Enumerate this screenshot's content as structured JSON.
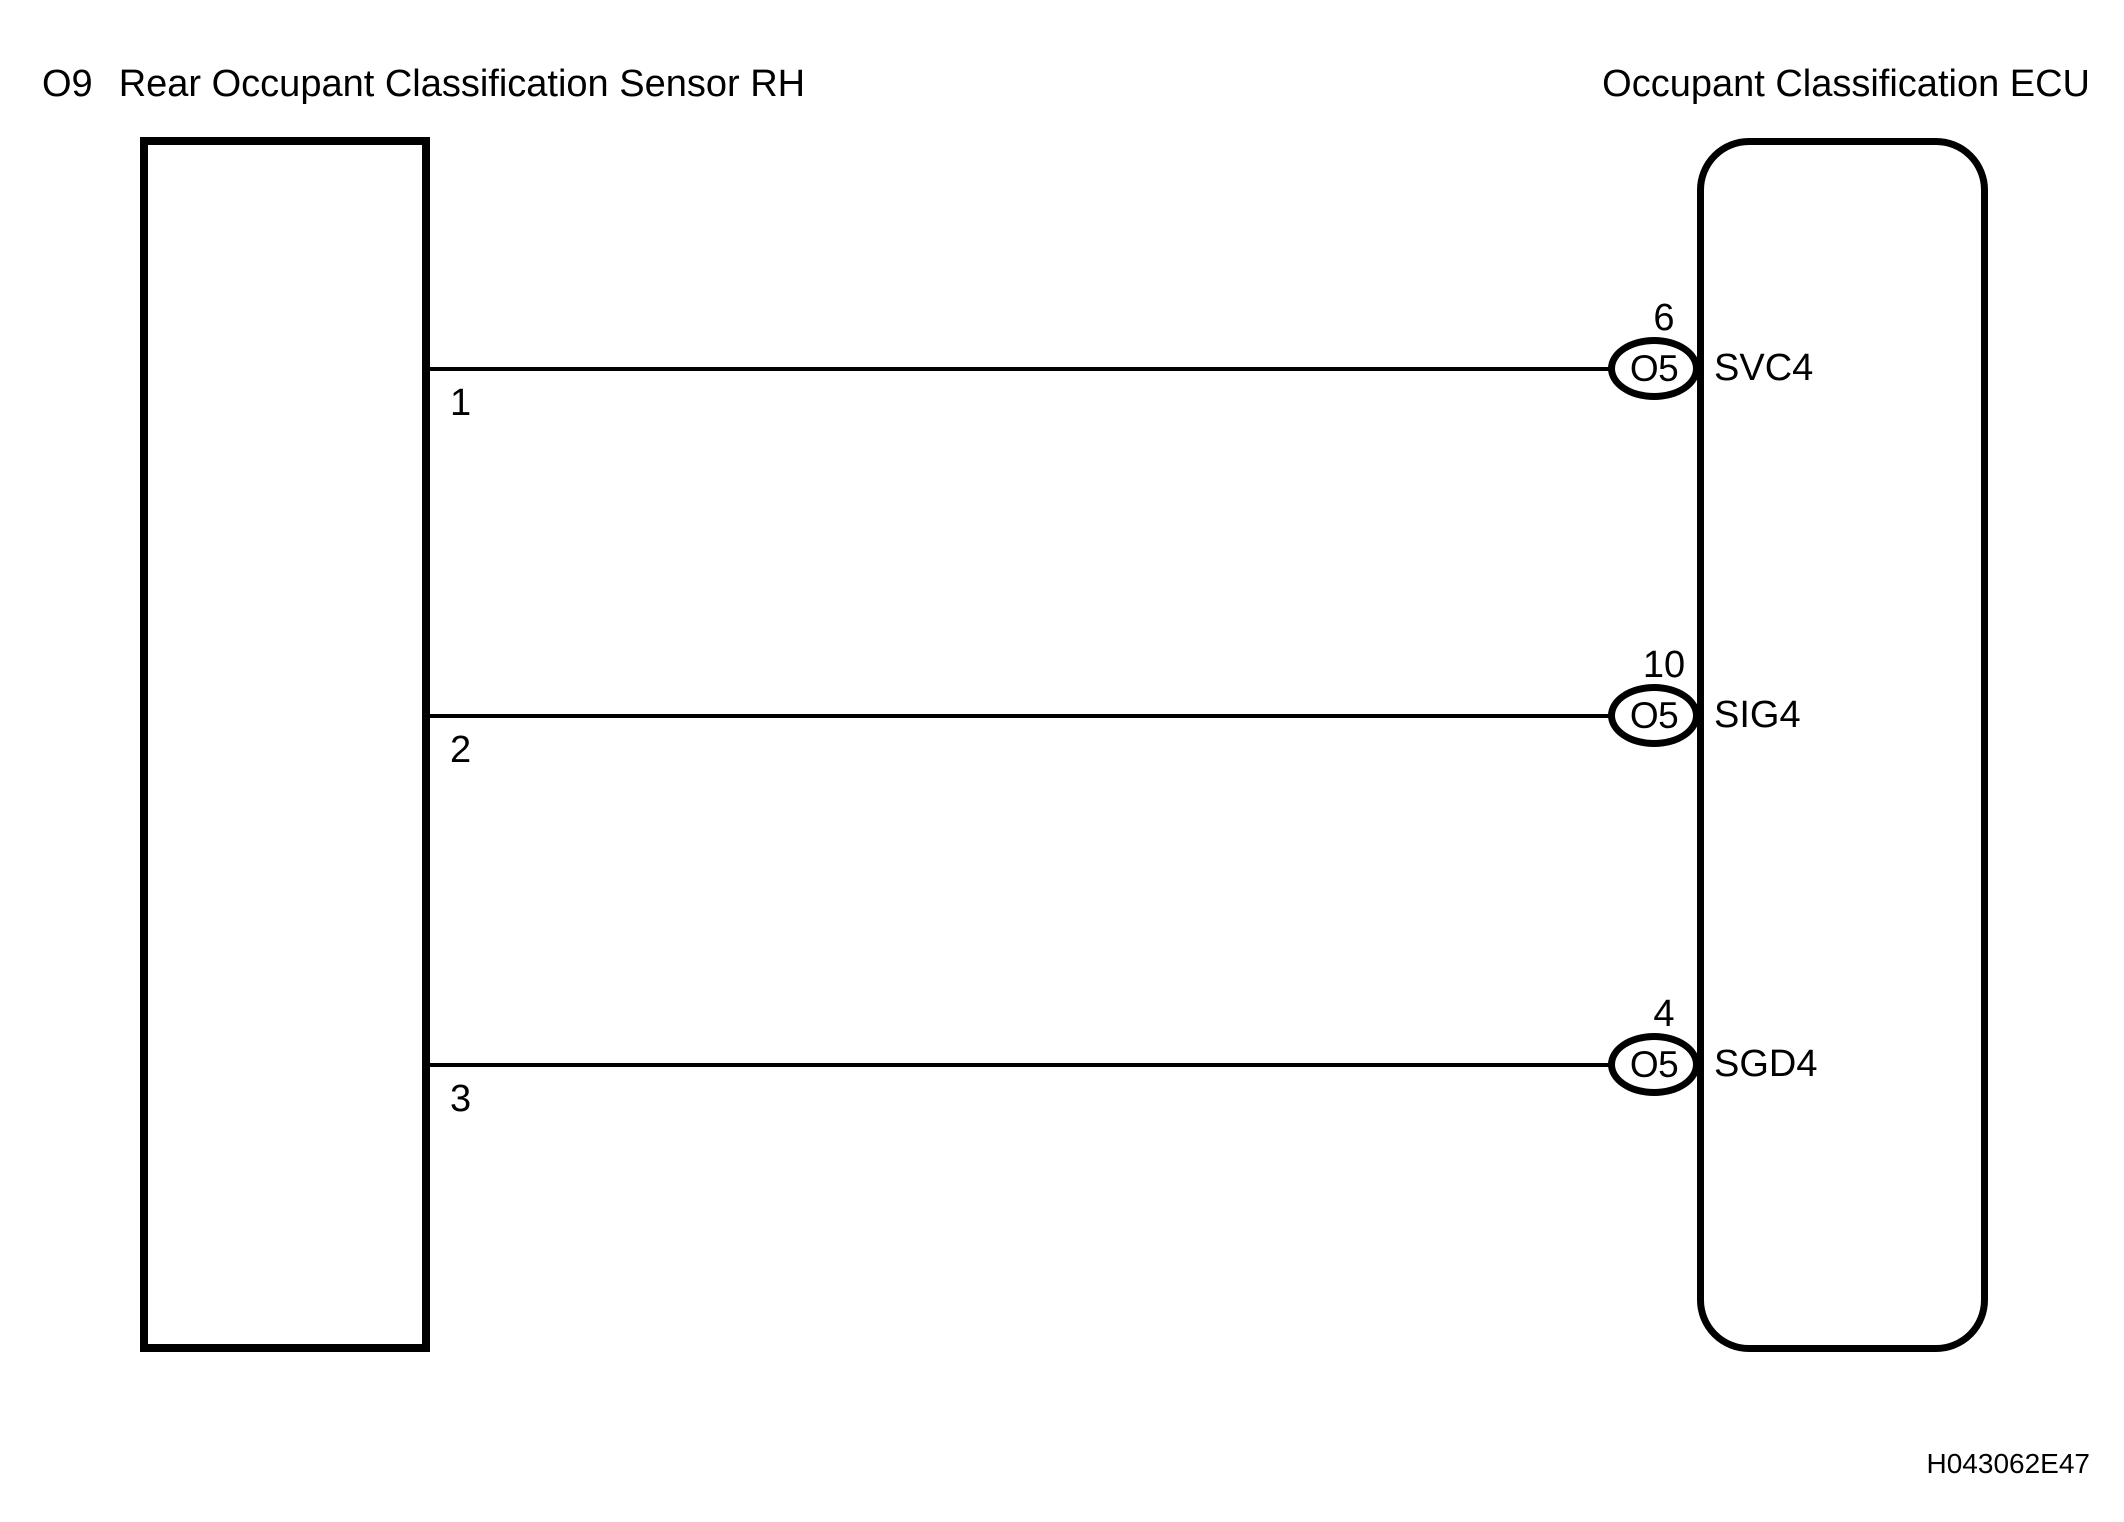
{
  "diagram": {
    "left_title": {
      "code": "O9",
      "name": "Rear Occupant Classification Sensor RH"
    },
    "right_title": "Occupant Classification ECU",
    "reference_code": "H043062E47",
    "sensor_pins": [
      {
        "number": "1"
      },
      {
        "number": "2"
      },
      {
        "number": "3"
      }
    ],
    "ecu_terminals": [
      {
        "pin": "6",
        "connector": "O5",
        "signal": "SVC4"
      },
      {
        "pin": "10",
        "connector": "O5",
        "signal": "SIG4"
      },
      {
        "pin": "4",
        "connector": "O5",
        "signal": "SGD4"
      }
    ],
    "colors": {
      "line": "#000000",
      "background": "#ffffff"
    }
  }
}
